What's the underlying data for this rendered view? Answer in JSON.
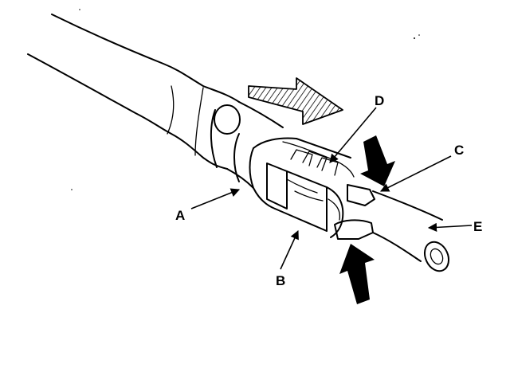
{
  "callouts": [
    {
      "id": "A",
      "label": "A"
    },
    {
      "id": "B",
      "label": "B"
    },
    {
      "id": "C",
      "label": "C"
    },
    {
      "id": "D",
      "label": "D"
    },
    {
      "id": "E",
      "label": "E"
    }
  ],
  "icons": {
    "direction_arrow": "hatched-arrow-icon",
    "press_arrows": "press-arrow-icon"
  }
}
